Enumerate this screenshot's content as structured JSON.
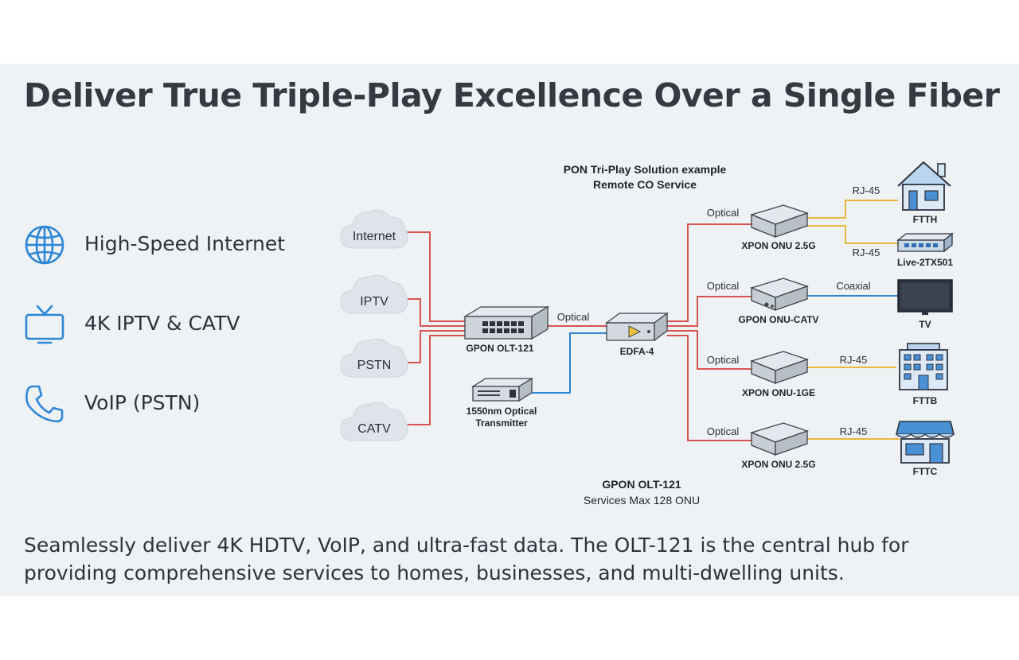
{
  "title": "Deliver True Triple-Play Excellence Over a Single Fiber",
  "services": [
    {
      "label": "High-Speed Internet",
      "icon": "globe-icon"
    },
    {
      "label": "4K IPTV & CATV",
      "icon": "tv-icon"
    },
    {
      "label": "VoIP (PSTN)",
      "icon": "phone-icon"
    }
  ],
  "diagram": {
    "heading": [
      "PON Tri-Play Solution example",
      "Remote CO Service"
    ],
    "sources": [
      "Internet",
      "IPTV",
      "PSTN",
      "CATV"
    ],
    "olt_label": "GPON OLT-121",
    "transmitter_label": [
      "1550nm Optical",
      "Transmitter"
    ],
    "edfa_label": "EDFA-4",
    "optical_link": "Optical",
    "onus": [
      {
        "label": "XPON ONU 2.5G",
        "uplink": "Optical"
      },
      {
        "label": "GPON ONU-CATV",
        "uplink": "Optical"
      },
      {
        "label": "XPON ONU-1GE",
        "uplink": "Optical"
      },
      {
        "label": "XPON ONU 2.5G",
        "uplink": "Optical"
      }
    ],
    "endpoints": [
      {
        "label": "FTTH",
        "link": "RJ-45",
        "icon": "house-icon"
      },
      {
        "label": "Live-2TX501",
        "link": "RJ-45",
        "icon": "switch-icon"
      },
      {
        "label": "TV",
        "link": "Coaxial",
        "icon": "tv-icon"
      },
      {
        "label": "FTTB",
        "link": "RJ-45",
        "icon": "building-icon"
      },
      {
        "label": "FTTC",
        "link": "RJ-45",
        "icon": "storefront-icon"
      }
    ],
    "footer_title": "GPON OLT-121",
    "footer_sub": "Services Max 128 ONU"
  },
  "caption": "Seamlessly deliver 4K HDTV, VoIP, and ultra-fast data. The OLT-121 is the central hub for providing comprehensive services to homes, businesses, and multi-dwelling units.",
  "colors": {
    "fiber": "#d9534f",
    "coax": "#2f86d6",
    "rj45": "#e8b83a",
    "icon_blue": "#2d86d8"
  }
}
